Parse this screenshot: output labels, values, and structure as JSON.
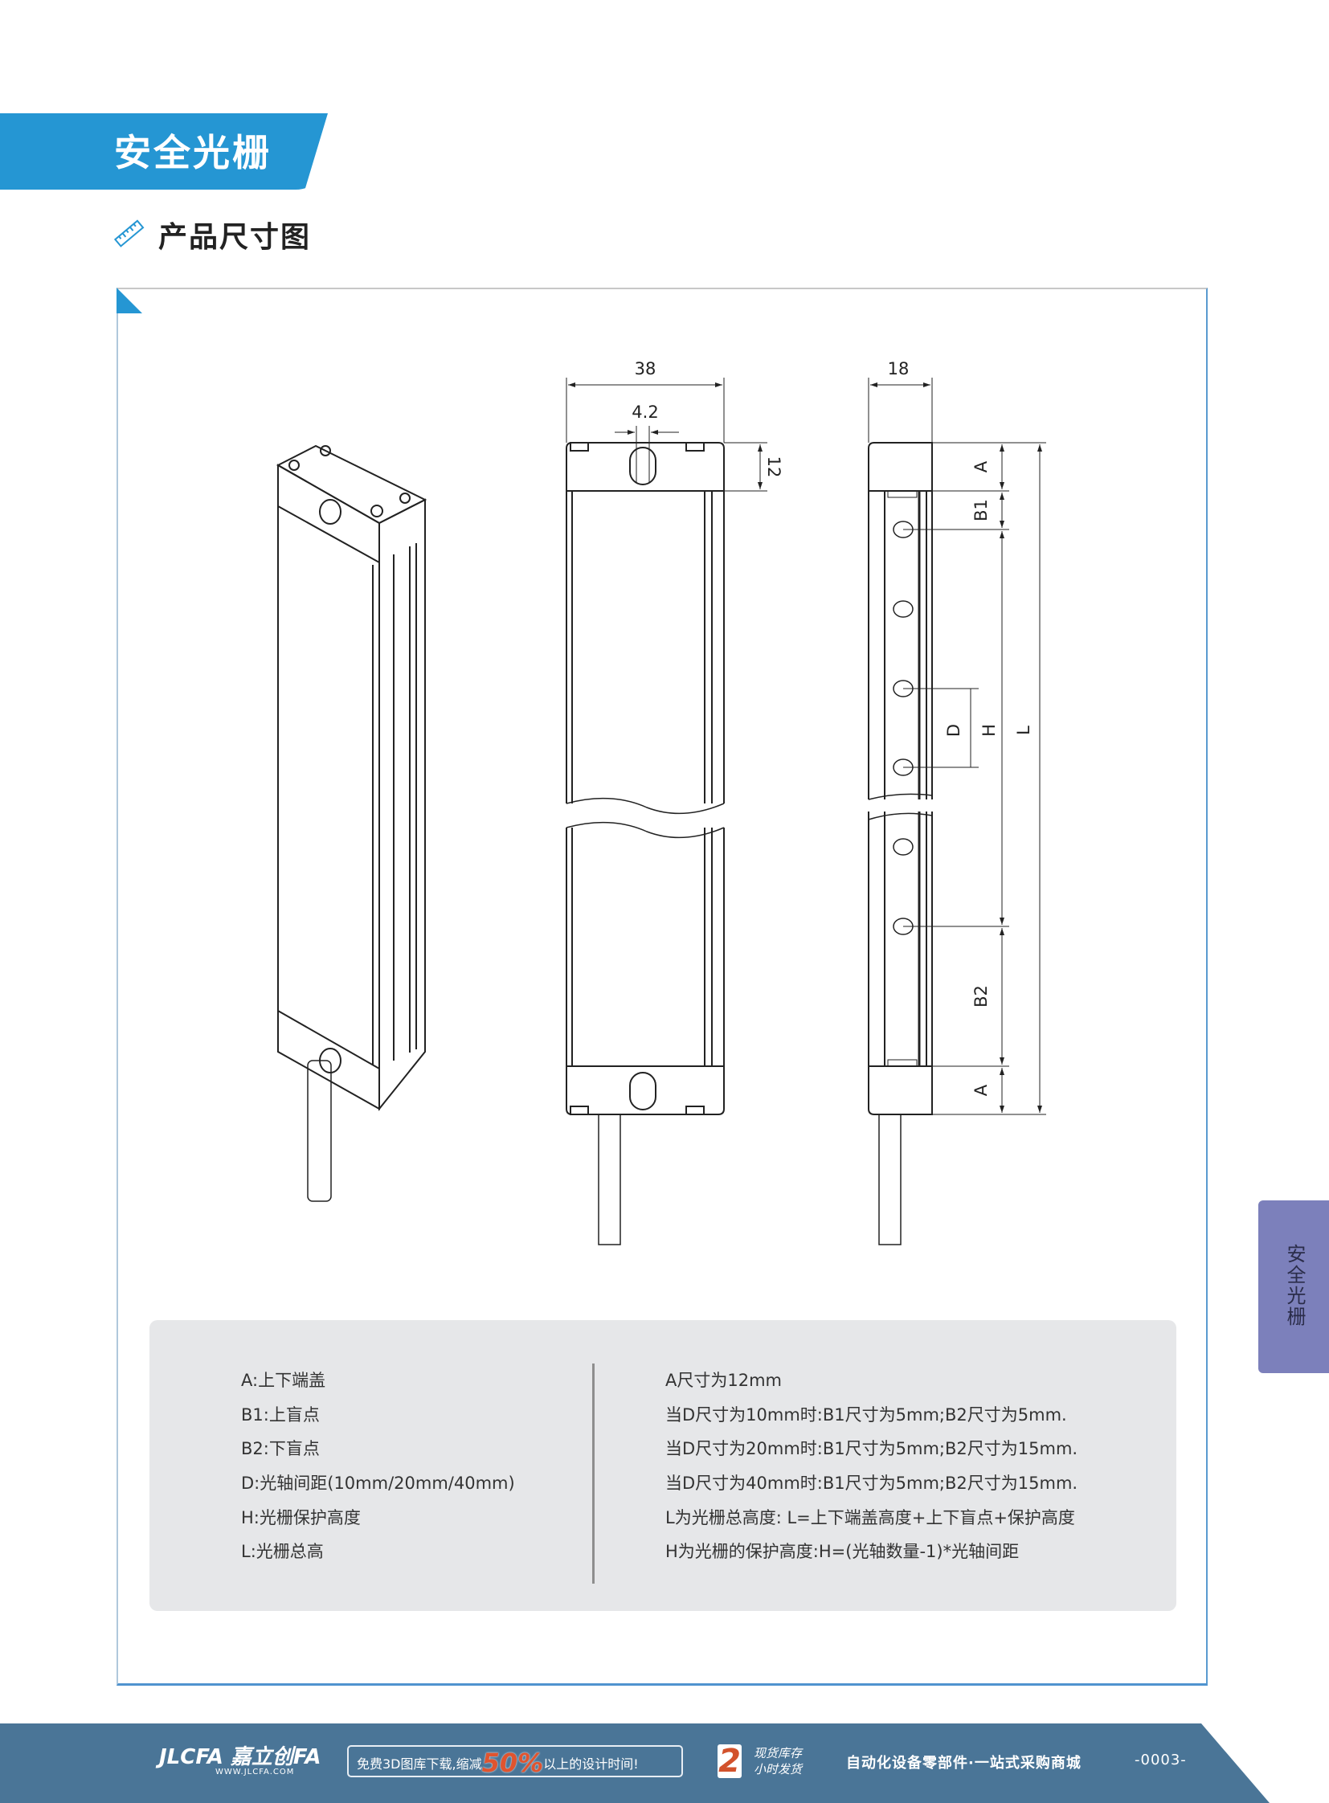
{
  "header": {
    "title": "安全光栅",
    "subtitle": "产品尺寸图",
    "accent_color": "#2596d3",
    "subtitle_icon": "ruler-icon"
  },
  "drawing": {
    "front_view": {
      "width_label": "38",
      "hole_label": "4.2",
      "cap_label": "12"
    },
    "side_view": {
      "width_label": "18",
      "labels": {
        "a_top": "A",
        "b1": "B1",
        "d": "D",
        "h": "H",
        "l": "L",
        "b2": "B2",
        "a_bottom": "A"
      }
    }
  },
  "notes": {
    "left": [
      "A:上下端盖",
      "B1:上盲点",
      "B2:下盲点",
      "D:光轴间距(10mm/20mm/40mm)",
      "H:光栅保护高度",
      "L:光栅总高"
    ],
    "right": [
      "A尺寸为12mm",
      "当D尺寸为10mm时:B1尺寸为5mm;B2尺寸为5mm.",
      "当D尺寸为20mm时:B1尺寸为5mm;B2尺寸为15mm.",
      "当D尺寸为40mm时:B1尺寸为5mm;B2尺寸为15mm.",
      "L为光栅总高度: L=上下端盖高度+上下盲点+保护高度",
      "H为光栅的保护高度:H=(光轴数量-1)*光轴间距"
    ]
  },
  "side_tab": {
    "label": "安全光栅",
    "color": "#7c80bb"
  },
  "footer": {
    "brand": "JLCFA 嘉立创FA",
    "url": "WWW.JLCFA.COM",
    "promo_prefix": "免费3D图库下载,缩减",
    "promo_percent": "50%",
    "promo_suffix": "以上的设计时间!",
    "stock_number": "2",
    "stock_line1": "现货库存",
    "stock_line2": "小时发货",
    "slogan": "自动化设备零部件·一站式采购商城",
    "page_number": "-0003-",
    "color": "#4a7597"
  }
}
